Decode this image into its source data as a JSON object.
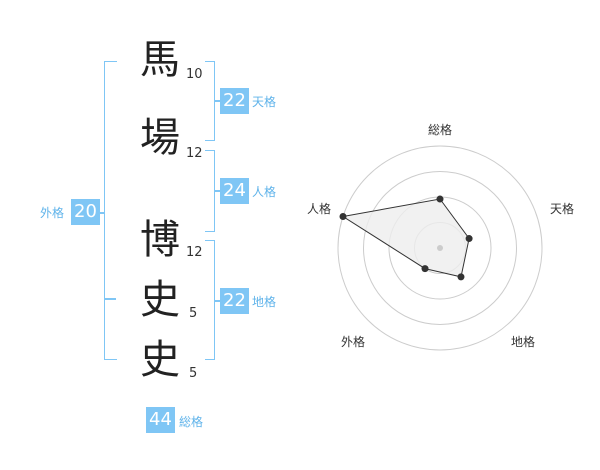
{
  "name": {
    "characters": [
      {
        "char": "馬",
        "strokes": "10"
      },
      {
        "char": "場",
        "strokes": "12"
      },
      {
        "char": "博",
        "strokes": "12"
      },
      {
        "char": "史",
        "strokes": "5"
      },
      {
        "char": "史",
        "strokes": "5"
      }
    ]
  },
  "kakusu": {
    "tenkaku": {
      "value": "22",
      "label": "天格"
    },
    "jinkaku": {
      "value": "24",
      "label": "人格"
    },
    "chikaku": {
      "value": "22",
      "label": "地格"
    },
    "gaikaku": {
      "value": "20",
      "label": "外格"
    },
    "soukaku": {
      "value": "44",
      "label": "総格"
    }
  },
  "radar": {
    "labels": {
      "soukaku": "総格",
      "tenkaku": "天格",
      "chikaku": "地格",
      "gaikaku": "外格",
      "jinkaku": "人格"
    },
    "scores": {
      "soukaku": 0.48,
      "tenkaku": 0.3,
      "chikaku": 0.35,
      "gaikaku": 0.25,
      "jinkaku": 1.0
    },
    "colors": {
      "rings": "#cccccc",
      "fill": "#eeeeee",
      "line": "#333333",
      "point": "#333333"
    }
  }
}
